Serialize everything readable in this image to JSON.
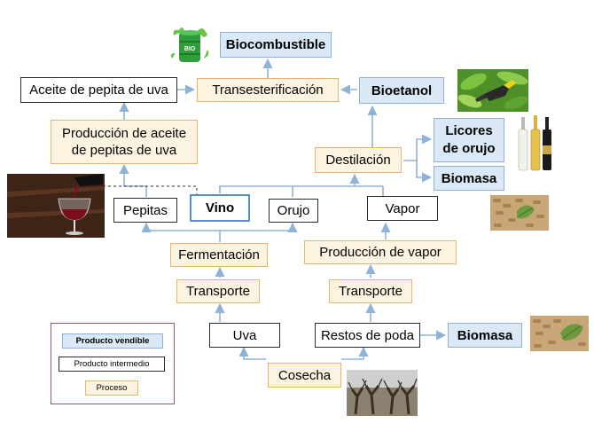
{
  "nodes": {
    "biocombustible": "Biocombustible",
    "aceite": "Aceite de pepita de uva",
    "transesterificacion": "Transesterificación",
    "bioetanol": "Bioetanol",
    "produccion_aceite_l1": "Producción de aceite",
    "produccion_aceite_l2": "de pepitas de uva",
    "licores_l1": "Licores",
    "licores_l2": "de orujo",
    "destilacion": "Destilación",
    "biomasa_top": "Biomasa",
    "pepitas": "Pepitas",
    "vino": "Vino",
    "orujo": "Orujo",
    "vapor": "Vapor",
    "fermentacion": "Fermentación",
    "produccion_vapor": "Producción de vapor",
    "transporte_left": "Transporte",
    "transporte_right": "Transporte",
    "uva": "Uva",
    "restos_poda": "Restos de poda",
    "biomasa_bottom": "Biomasa",
    "cosecha": "Cosecha"
  },
  "legend": {
    "producto_vendible": "Producto vendible",
    "producto_intermedio": "Producto  intermedio",
    "proceso": "Proceso"
  },
  "images": {
    "barrel_label": "BIO"
  },
  "colors": {
    "proceso_fill": "#fdf3e1",
    "proceso_border": "#e8b56b",
    "producto_vendible_fill": "#dbe8f6",
    "producto_vendible_border": "#8fb2d8",
    "producto_intermedio_border": "#2b2b2b",
    "arrow": "#8fb2d8"
  }
}
